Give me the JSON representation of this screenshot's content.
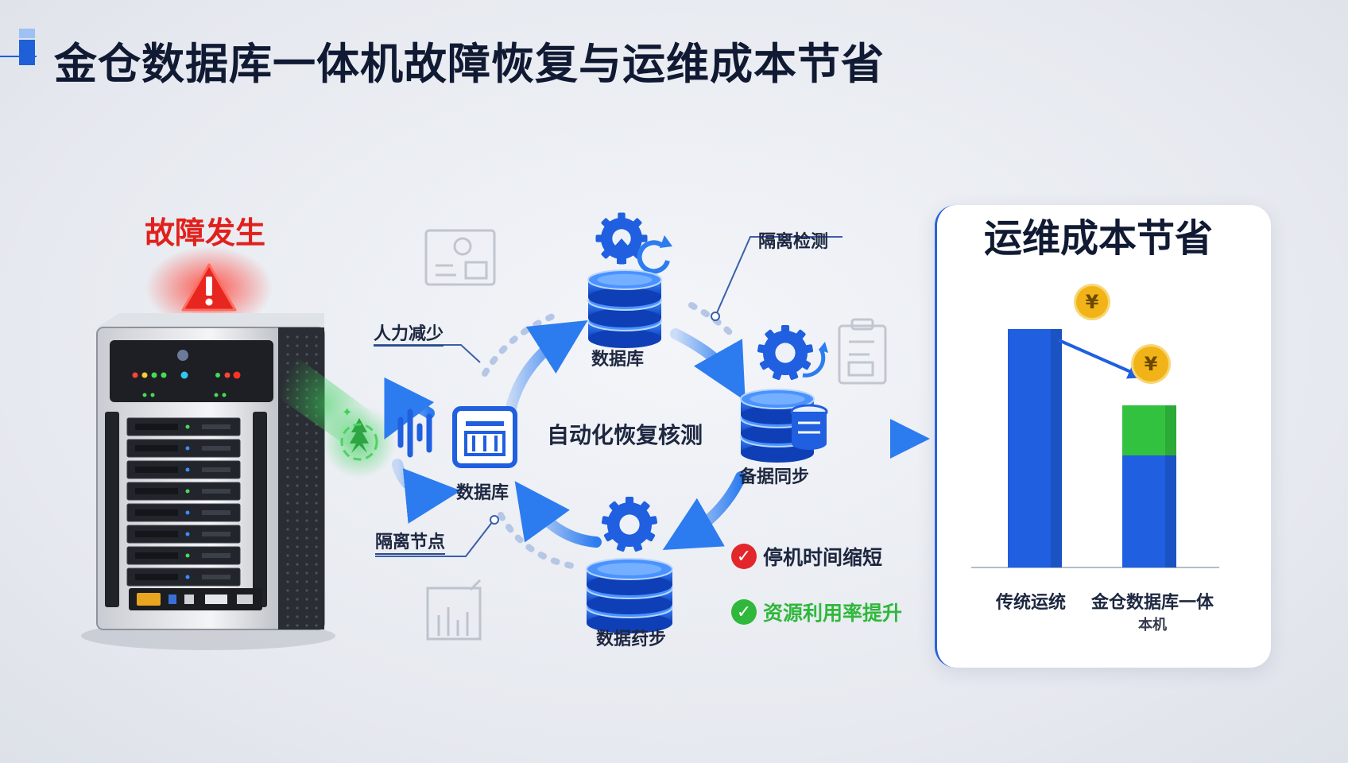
{
  "title": "金仓数据库一体机故障恢复与运维成本节省",
  "fault": {
    "label": "故障发生"
  },
  "cycle": {
    "center": "自动化恢复核测",
    "nodes": {
      "top": "数据库",
      "left": "数据库",
      "right": "备据同步",
      "bottom": "数据荮步"
    },
    "callouts": {
      "manpower": "人力减少",
      "isolate_detect": "隔离检测",
      "isolate_save": "隔离节点"
    }
  },
  "benefits": [
    {
      "text": "停机时间缩短",
      "color": "#e2262b",
      "icon": "check-icon"
    },
    {
      "text": "资源利用率提升",
      "color": "#2fb83c",
      "icon": "check-icon"
    }
  ],
  "panel": {
    "title": "运维成本节省",
    "currency_symbol": "¥"
  },
  "chart_data": {
    "type": "bar",
    "title": "运维成本节省",
    "categories": [
      "传统运统",
      "金仓数据库一体机"
    ],
    "category_label_lines": [
      [
        "传统运统"
      ],
      [
        "金仓数据库一体",
        "本机"
      ]
    ],
    "series": [
      {
        "values": [
          100,
          47
        ],
        "color": "#1f5fe0"
      },
      {
        "values": [
          0,
          21
        ],
        "color": "#33c23f"
      }
    ],
    "ylim": [
      0,
      100
    ],
    "grid": false,
    "colors": {
      "blue": "#1f5fe0",
      "green": "#33c23f",
      "coin": "#f2b318"
    }
  }
}
